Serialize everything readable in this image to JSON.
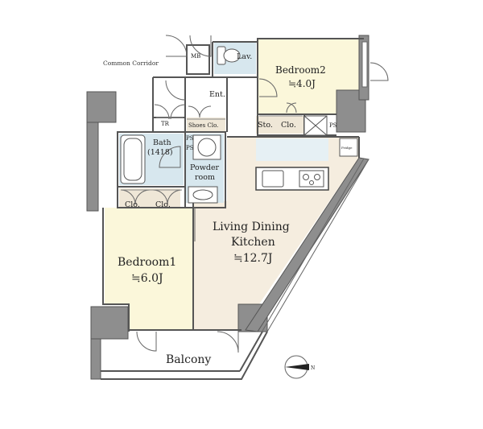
{
  "colors": {
    "wall": "#8e8e8e",
    "wall_line": "#555555",
    "bedroom": "#fbf7da",
    "living": "#f5eddf",
    "wet_area": "#d7e7ee",
    "kitchen_band": "#e6f0f4",
    "storage": "#efe7d7",
    "balcony": "#ffffff"
  },
  "labels": {
    "common_corridor": "Common Corridor",
    "mb": "MB",
    "lav": "Lav.",
    "ent": "Ent.",
    "bedroom2": "Bedroom2",
    "bedroom2_size": "≒4.0J",
    "tr": "TR",
    "shoes_clo": "Shoes Clo.",
    "sto": "Sto.",
    "clo_b2": "Clo.",
    "ps_right": "PS",
    "bath": "Bath",
    "bath_size": "(1418)",
    "ps_left1": "PS",
    "ps_left2": "PS",
    "powder_room_1": "Powder",
    "powder_room_2": "room",
    "clo_b1_a": "Clo.",
    "clo_b1_b": "Clo.",
    "ldk_1": "Living Dining",
    "ldk_2": "Kitchen",
    "ldk_size": "≒12.7J",
    "bedroom1": "Bedroom1",
    "bedroom1_size": "≒6.0J",
    "balcony": "Balcony",
    "fridge": "Fridge",
    "compass_n": "N"
  },
  "icons": [
    "north-arrow-icon",
    "toilet-icon",
    "bathtub-icon",
    "washbasin-icon",
    "kitchen-sink-icon",
    "stove-icon",
    "washing-machine-icon"
  ]
}
